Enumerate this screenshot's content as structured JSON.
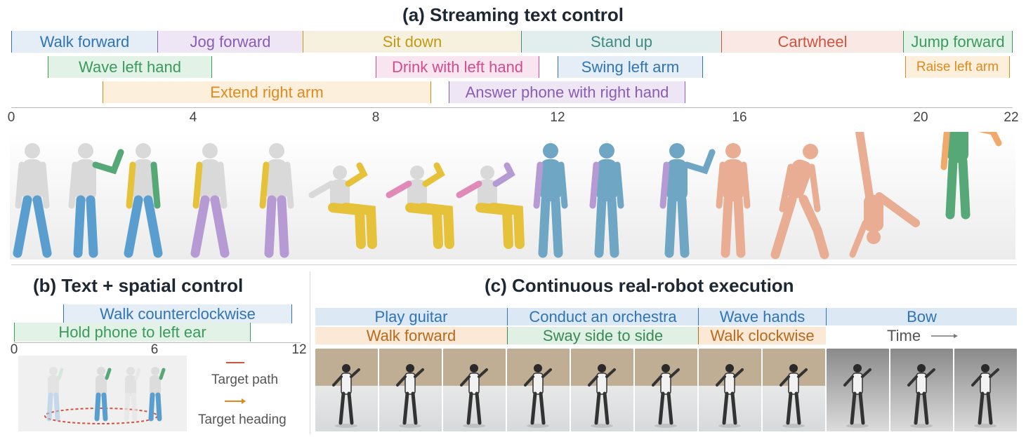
{
  "panel_a": {
    "title": "(a) Streaming text control",
    "row1": [
      {
        "label": "Walk forward",
        "color": "#2f74b5",
        "bg": "#e5eef7"
      },
      {
        "label": "Jog forward",
        "color": "#8a5cb4",
        "bg": "#eee6f5"
      },
      {
        "label": "Sit down",
        "color": "#c29a12",
        "bg": "#f6f1df"
      },
      {
        "label": "Stand up",
        "color": "#3d8a86",
        "bg": "#e2eeed"
      },
      {
        "label": "Cartwheel",
        "color": "#d0533f",
        "bg": "#f9e8e4"
      },
      {
        "label": "Jump forward",
        "color": "#3a9a5b",
        "bg": "#e2f2e7"
      }
    ],
    "row2": [
      {
        "label": "Wave left hand",
        "color": "#3a9a5b",
        "bg": "#e2f2e7"
      },
      {
        "label": "Drink with left hand",
        "color": "#d14b8e",
        "bg": "#f9e5ef"
      },
      {
        "label": "Swing left arm",
        "color": "#2f74b5",
        "bg": "#e5eef7"
      },
      {
        "label": "Raise left arm",
        "color": "#e08a1e",
        "bg": "#fcefdc"
      }
    ],
    "row3": [
      {
        "label": "Extend right arm",
        "color": "#e08a1e",
        "bg": "#fcefdc"
      },
      {
        "label": "Answer phone with right hand",
        "color": "#8a5cb4",
        "bg": "#eee6f5"
      }
    ],
    "ticks": [
      "0",
      "4",
      "8",
      "12",
      "16",
      "20",
      "22"
    ]
  },
  "panel_b": {
    "title": "(b) Text + spatial control",
    "bars": [
      {
        "label": "Walk counterclockwise",
        "color": "#2f74b5",
        "bg": "#e5eef7"
      },
      {
        "label": "Hold phone to left ear",
        "color": "#3a9a5b",
        "bg": "#e2f2e7"
      }
    ],
    "ticks": [
      "0",
      "6",
      "12"
    ],
    "legend": {
      "path_label": "Target path",
      "path_color": "#d0533f",
      "heading_label": "Target heading",
      "heading_color": "#e08a1e"
    }
  },
  "panel_c": {
    "title": "(c) Continuous real-robot execution",
    "row1": [
      {
        "label": "Play guitar",
        "color": "#2f74b5",
        "bg": "#dce8f4"
      },
      {
        "label": "Conduct an orchestra",
        "color": "#2f74b5",
        "bg": "#dce8f4"
      },
      {
        "label": "Wave hands",
        "color": "#2f74b5",
        "bg": "#dce8f4"
      },
      {
        "label": "Bow",
        "color": "#2f74b5",
        "bg": "#dce8f4"
      }
    ],
    "row2": [
      {
        "label": "Walk forward",
        "color": "#b8691e",
        "bg": "#fbe9d5"
      },
      {
        "label": "Sway side to side",
        "color": "#3a8a55",
        "bg": "#e0f0e4"
      },
      {
        "label": "Walk clockwise",
        "color": "#b8691e",
        "bg": "#fbe9d5"
      }
    ],
    "time_label": "Time"
  }
}
